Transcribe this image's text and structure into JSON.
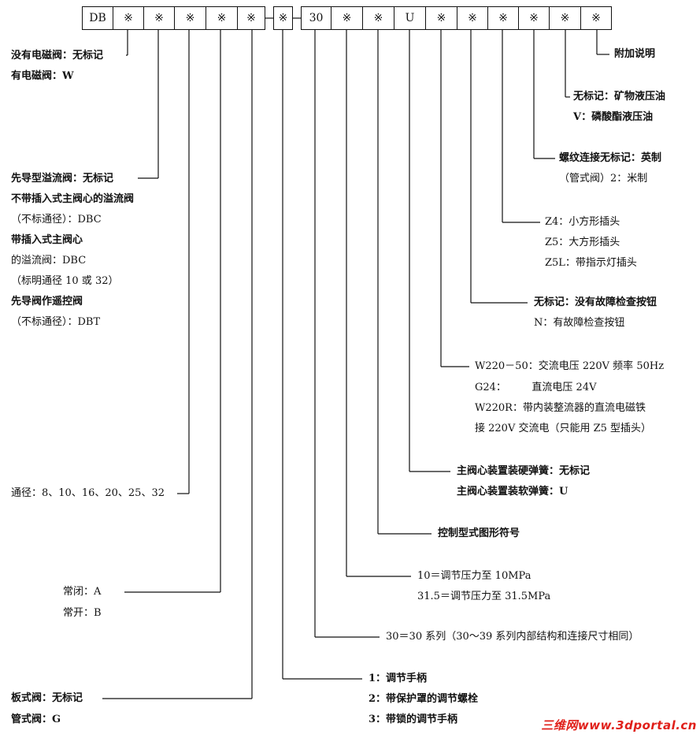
{
  "code_cells": [
    "DB",
    "※",
    "※",
    "※",
    "※",
    "※",
    "※",
    "30",
    "※",
    "※",
    "U",
    "※",
    "※",
    "※",
    "※",
    "※",
    "※"
  ],
  "labels": {
    "solenoid": [
      "没有电磁阀：无标记",
      "有电磁阀：W"
    ],
    "pilot": [
      "先导型溢流阀：无标记",
      "不带插入式主阀心的溢流阀",
      "（不标通径）：DBC",
      "带插入式主阀心",
      "的溢流阀：DBC",
      "（标明通径 10 或 32）",
      "先导阀作遥控阀",
      "（不标通径）：DBT"
    ],
    "diameter": [
      "通径：8、10、16、20、25、32"
    ],
    "normal_state": [
      "常闭：A",
      "常开：B"
    ],
    "mounting": [
      "板式阀：无标记",
      "管式阀：G"
    ],
    "adjust": [
      "1：调节手柄",
      "2：带保护罩的调节螺栓",
      "3：带锁的调节手柄"
    ],
    "series": [
      "30＝30 系列（30～39 系列内部结构和连接尺寸相同）"
    ],
    "pressure": [
      "10＝调节压力至 10MPa",
      "31.5＝调节压力至 31.5MPa"
    ],
    "symbol": [
      "控制型式图形符号"
    ],
    "spring": [
      "主阀心装置装硬弹簧：无标记",
      "主阀心装置装软弹簧：U"
    ],
    "voltage": [
      "W220－50：交流电压 220V 频率 50Hz",
      "G24：　　　直流电压 24V",
      "W220R：带内装整流器的直流电磁铁",
      "接 220V 交流电（只能用 Z5 型插头）"
    ],
    "fault": [
      "无标记：没有故障检查按钮",
      "N：有故障检查按钮"
    ],
    "plug": [
      "Z4：小方形插头",
      "Z5：大方形插头",
      "Z5L：带指示灯插头"
    ],
    "thread": [
      "螺纹连接无标记：英制",
      "（管式阀）2：米制"
    ],
    "fluid": [
      "无标记：矿物液压油",
      "V：磷酸酯液压油"
    ],
    "extra": [
      "附加说明"
    ]
  },
  "watermark": "三维网www.3dportal.cn"
}
